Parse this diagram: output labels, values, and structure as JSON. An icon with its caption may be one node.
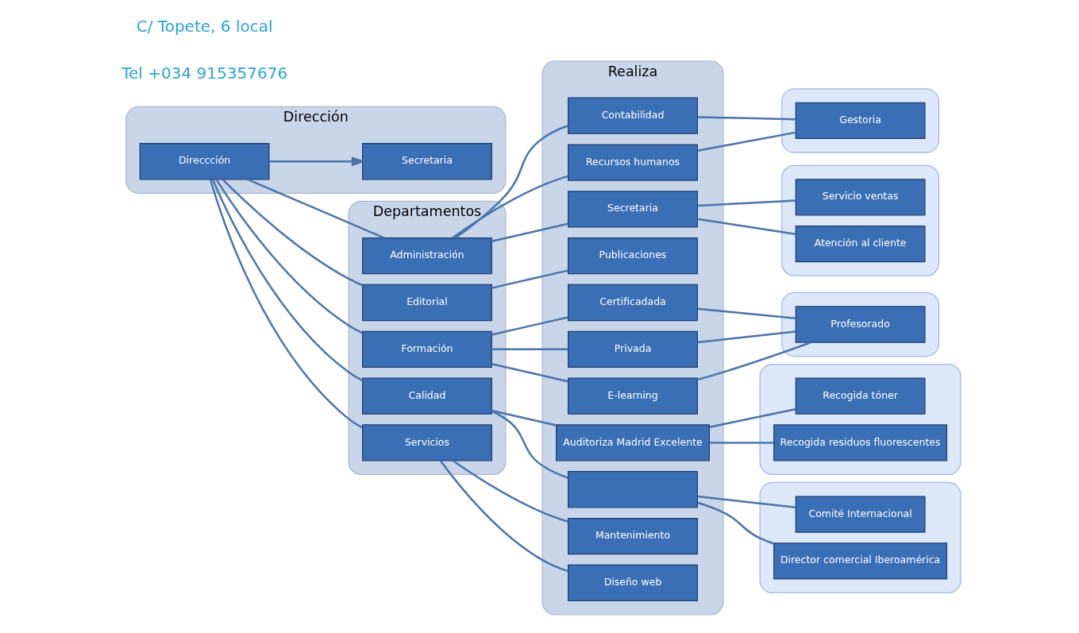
{
  "diagram": {
    "nodes": [
      {
        "text": [
          "Dirección"
        ]
      },
      {
        "text": [
          "Direccción"
        ],
        "in": 0
      },
      {
        "text": [
          "Secretaria"
        ],
        "in": 0
      },
      {
        "text": [
          "Departamentos"
        ]
      },
      {
        "text": [
          "Administración"
        ],
        "in": 3
      },
      {
        "text": [
          "Editorial"
        ],
        "in": 3
      },
      {
        "text": [
          "Formación"
        ],
        "in": 3
      },
      {
        "text": [
          "Calidad"
        ],
        "in": 3
      },
      {
        "text": [
          "Servicios"
        ],
        "in": 3
      },
      {
        "text": [
          "Realiza"
        ]
      },
      {
        "text": [
          "Contabilidad"
        ],
        "in": 9
      },
      {
        "text": [
          "Recursos humanos"
        ],
        "in": 9
      },
      {
        "text": [
          "Secretaria"
        ],
        "in": 9
      },
      {
        "text": [
          "Publicaciones"
        ],
        "in": 9
      },
      {
        "text": [
          "Certificadada"
        ],
        "in": 9
      },
      {
        "text": [
          "Privada"
        ],
        "in": 9
      },
      {
        "text": [
          "E-learning"
        ],
        "in": 9
      },
      {
        "text": [
          "Auditoriza Madrid Excelente"
        ],
        "in": 9
      },
      {
        "text": [],
        "shape": "box",
        "in": 9
      },
      {
        "text": [
          "Mantenimiento"
        ],
        "in": 9
      },
      {
        "text": [
          "Diseño web"
        ],
        "in": 9
      },
      {
        "text": [],
        "shape": "box"
      },
      {
        "text": [
          "Gestoria"
        ],
        "in": 21
      },
      {
        "text": [],
        "shape": "box"
      },
      {
        "text": [
          "Servicio ventas"
        ],
        "in": 23
      },
      {
        "text": [
          "Atención al cliente"
        ],
        "in": 23
      },
      {
        "text": [],
        "shape": "box"
      },
      {
        "text": [
          "Profesorado"
        ],
        "in": 26
      },
      {
        "text": [],
        "shape": "box"
      },
      {
        "text": [
          "Recogida tóner"
        ],
        "in": 28
      },
      {
        "text": [
          "Recogida residuos fluorescentes"
        ],
        "in": 28
      },
      {
        "text": [],
        "shape": "box"
      },
      {
        "text": [
          "Comité Internacional"
        ],
        "in": 31
      },
      {
        "text": [
          "Director comercial Iberoamérica"
        ],
        "in": 31
      }
    ],
    "edges": [
      {
        "from": 1,
        "to": 2,
        "arrow": "to"
      },
      {
        "from": 1,
        "to": 4,
        "arrow": "none"
      },
      {
        "from": 1,
        "to": 5,
        "arrow": "none"
      },
      {
        "from": 1,
        "to": 6,
        "arrow": "none"
      },
      {
        "from": 1,
        "to": 7,
        "arrow": "none"
      },
      {
        "from": 1,
        "to": 8,
        "arrow": "none"
      },
      {
        "from": 4,
        "to": 10,
        "arrow": "none"
      },
      {
        "from": 4,
        "to": 11,
        "arrow": "none"
      },
      {
        "from": 4,
        "to": 12,
        "arrow": "none"
      },
      {
        "from": 5,
        "to": 13,
        "arrow": "none"
      },
      {
        "from": 6,
        "to": 14,
        "arrow": "none"
      },
      {
        "from": 6,
        "to": 15,
        "arrow": "none"
      },
      {
        "from": 6,
        "to": 16,
        "arrow": "none"
      },
      {
        "from": 7,
        "to": 17,
        "arrow": "none"
      },
      {
        "from": 7,
        "to": 18,
        "arrow": "none"
      },
      {
        "from": 8,
        "to": 19,
        "arrow": "none"
      },
      {
        "from": 8,
        "to": 20,
        "arrow": "none"
      },
      {
        "from": 10,
        "to": 22,
        "arrow": "none"
      },
      {
        "from": 11,
        "to": 22,
        "arrow": "none"
      },
      {
        "from": 12,
        "to": 24,
        "arrow": "none"
      },
      {
        "from": 12,
        "to": 25,
        "arrow": "none"
      },
      {
        "from": 14,
        "to": 27,
        "arrow": "none"
      },
      {
        "from": 15,
        "to": 27,
        "arrow": "none"
      },
      {
        "from": 16,
        "to": 27,
        "arrow": "none"
      },
      {
        "from": 17,
        "to": 29,
        "arrow": "none"
      },
      {
        "from": 17,
        "to": 30,
        "arrow": "none"
      },
      {
        "from": 18,
        "to": 32,
        "arrow": "none"
      },
      {
        "from": 18,
        "to": 33,
        "arrow": "none"
      }
    ],
    "labels": [
      "C/ Topete, 6 local",
      "Tel +034 915357676"
    ]
  }
}
